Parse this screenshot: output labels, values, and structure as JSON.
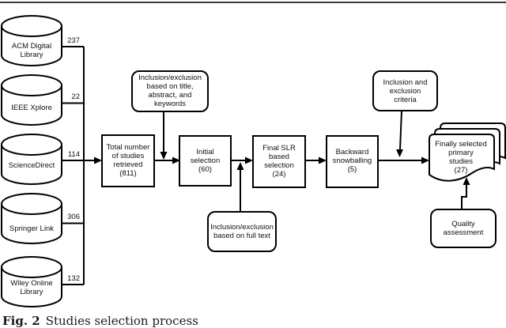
{
  "databases": [
    {
      "label": "ACM Digital\nLibrary",
      "count": "237"
    },
    {
      "label": "IEEE Xplore",
      "count": "22"
    },
    {
      "label": "ScienceDirect",
      "count": "114"
    },
    {
      "label": "Springer Link",
      "count": "306"
    },
    {
      "label": "Wiley Online\nLibrary",
      "count": "132"
    }
  ],
  "steps": [
    {
      "label": "Total number\nof studies\nretrieved\n(811)"
    },
    {
      "label": "Initial\nselection\n(60)"
    },
    {
      "label": "Final SLR\nbased\nselection\n(24)"
    },
    {
      "label": "Backward\nsnowballing\n(5)"
    },
    {
      "label": "Finally selected\nprimary\nstudies\n(27)"
    }
  ],
  "criteria": [
    {
      "label": "Inclusion/exclusion\nbased on title,\nabstract, and\nkeywords"
    },
    {
      "label": "Inclusion/exclusion\nbased on full text"
    },
    {
      "label": "Inclusion and\nexclusion\ncriteria"
    },
    {
      "label": "Quality\nassessment"
    }
  ],
  "caption": {
    "label": "Fig. 2",
    "text": "Studies selection process"
  },
  "colors": {
    "stroke": "#000000",
    "fill": "#ffffff",
    "top_rule": "#3a3a3a"
  }
}
